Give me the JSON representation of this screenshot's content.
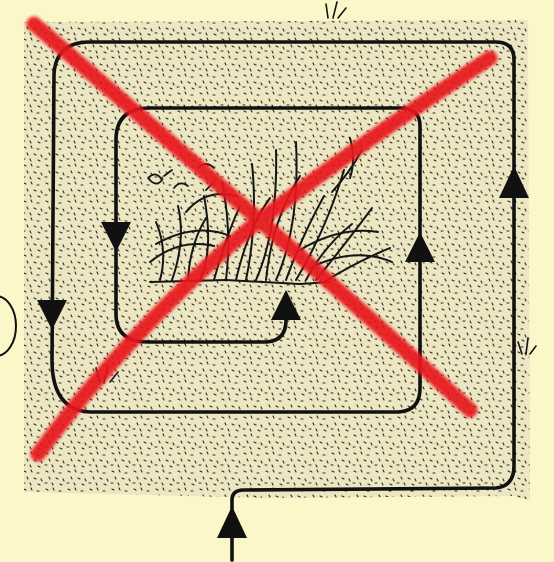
{
  "colors": {
    "background": "#fbf7c9",
    "stipple_fill": "#ece7c2",
    "stipple_dots": "#2b2b22",
    "path_line": "#111111",
    "grass": "#151515",
    "cross_mark": "#e8141b"
  },
  "icons": {
    "cross": "red-x-mark",
    "arrows": "triangle-arrowheads",
    "center": "grass-tuft"
  }
}
